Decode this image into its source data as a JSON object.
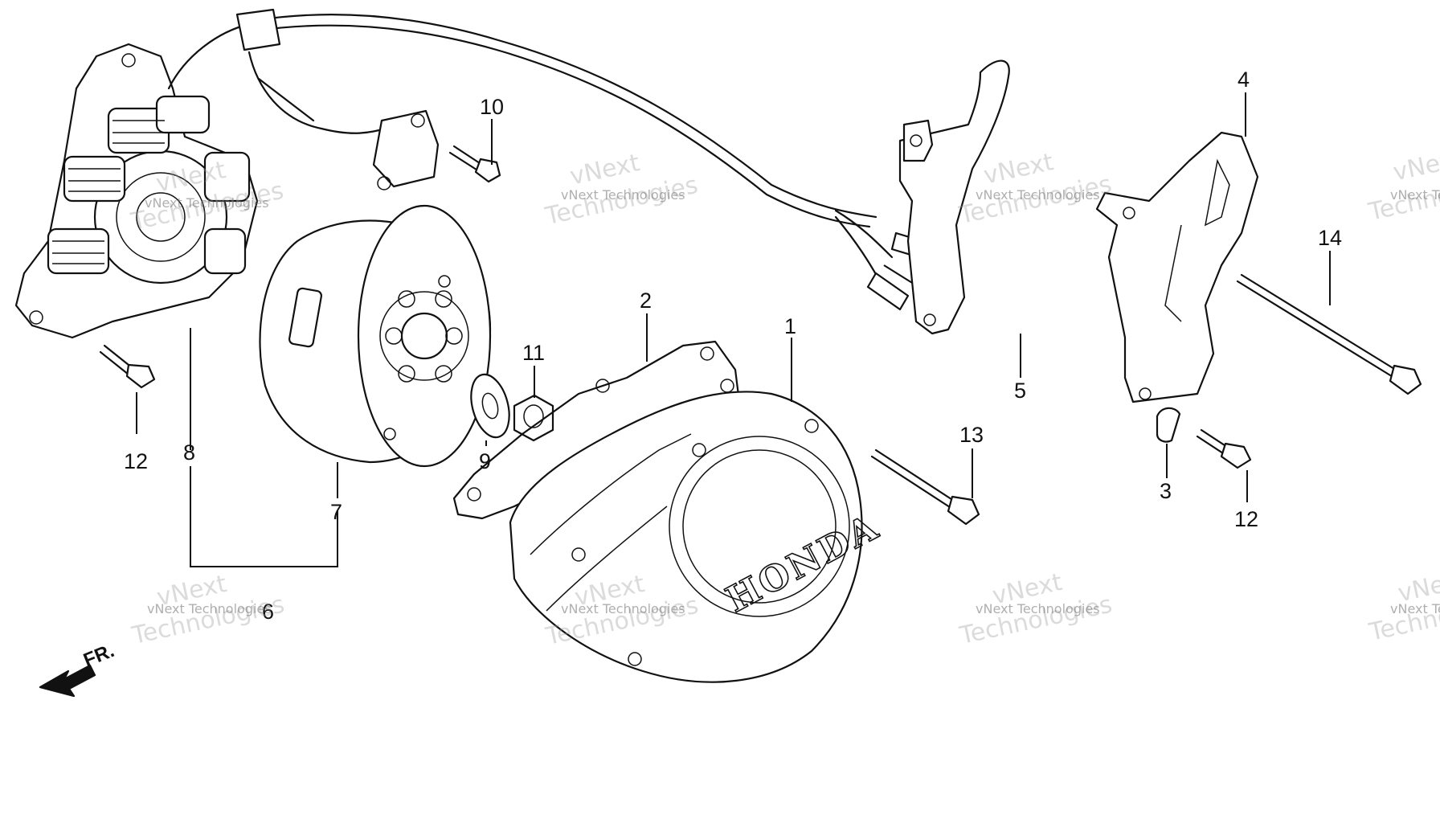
{
  "diagram": {
    "callouts": [
      {
        "id": "1",
        "label": "1"
      },
      {
        "id": "2",
        "label": "2"
      },
      {
        "id": "3",
        "label": "3"
      },
      {
        "id": "4",
        "label": "4"
      },
      {
        "id": "5",
        "label": "5"
      },
      {
        "id": "6",
        "label": "6"
      },
      {
        "id": "7",
        "label": "7"
      },
      {
        "id": "8",
        "label": "8"
      },
      {
        "id": "9",
        "label": "9"
      },
      {
        "id": "10",
        "label": "10"
      },
      {
        "id": "11",
        "label": "11"
      },
      {
        "id": "12a",
        "label": "12"
      },
      {
        "id": "12b",
        "label": "12"
      },
      {
        "id": "13",
        "label": "13"
      },
      {
        "id": "14",
        "label": "14"
      }
    ],
    "cover_brand": "HONDA",
    "direction_label": "FR.",
    "watermark": {
      "small": "vNext Technologies",
      "large_line1": "vNext",
      "large_line2": "Technologies"
    }
  }
}
